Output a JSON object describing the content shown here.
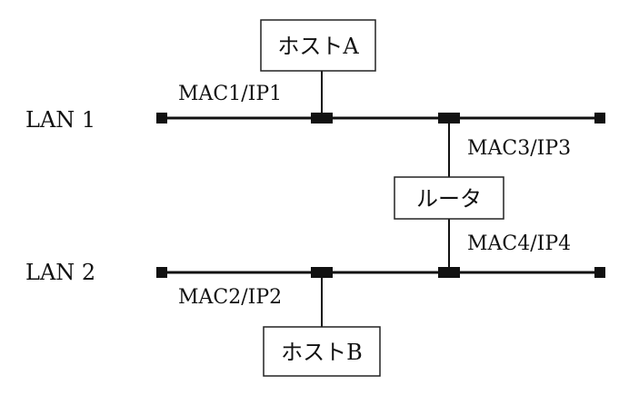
{
  "lans": [
    {
      "id": "lan1",
      "label": "LAN 1"
    },
    {
      "id": "lan2",
      "label": "LAN 2"
    }
  ],
  "nodes": {
    "host_a": {
      "label": "ホストA"
    },
    "host_b": {
      "label": "ホストB"
    },
    "router": {
      "label": "ルータ"
    }
  },
  "interfaces": {
    "host_a": "MAC1/IP1",
    "host_b": "MAC2/IP2",
    "router_lan1": "MAC3/IP3",
    "router_lan2": "MAC4/IP4"
  },
  "colors": {
    "line": "#111111",
    "box_border": "#222222",
    "background": "#ffffff"
  }
}
